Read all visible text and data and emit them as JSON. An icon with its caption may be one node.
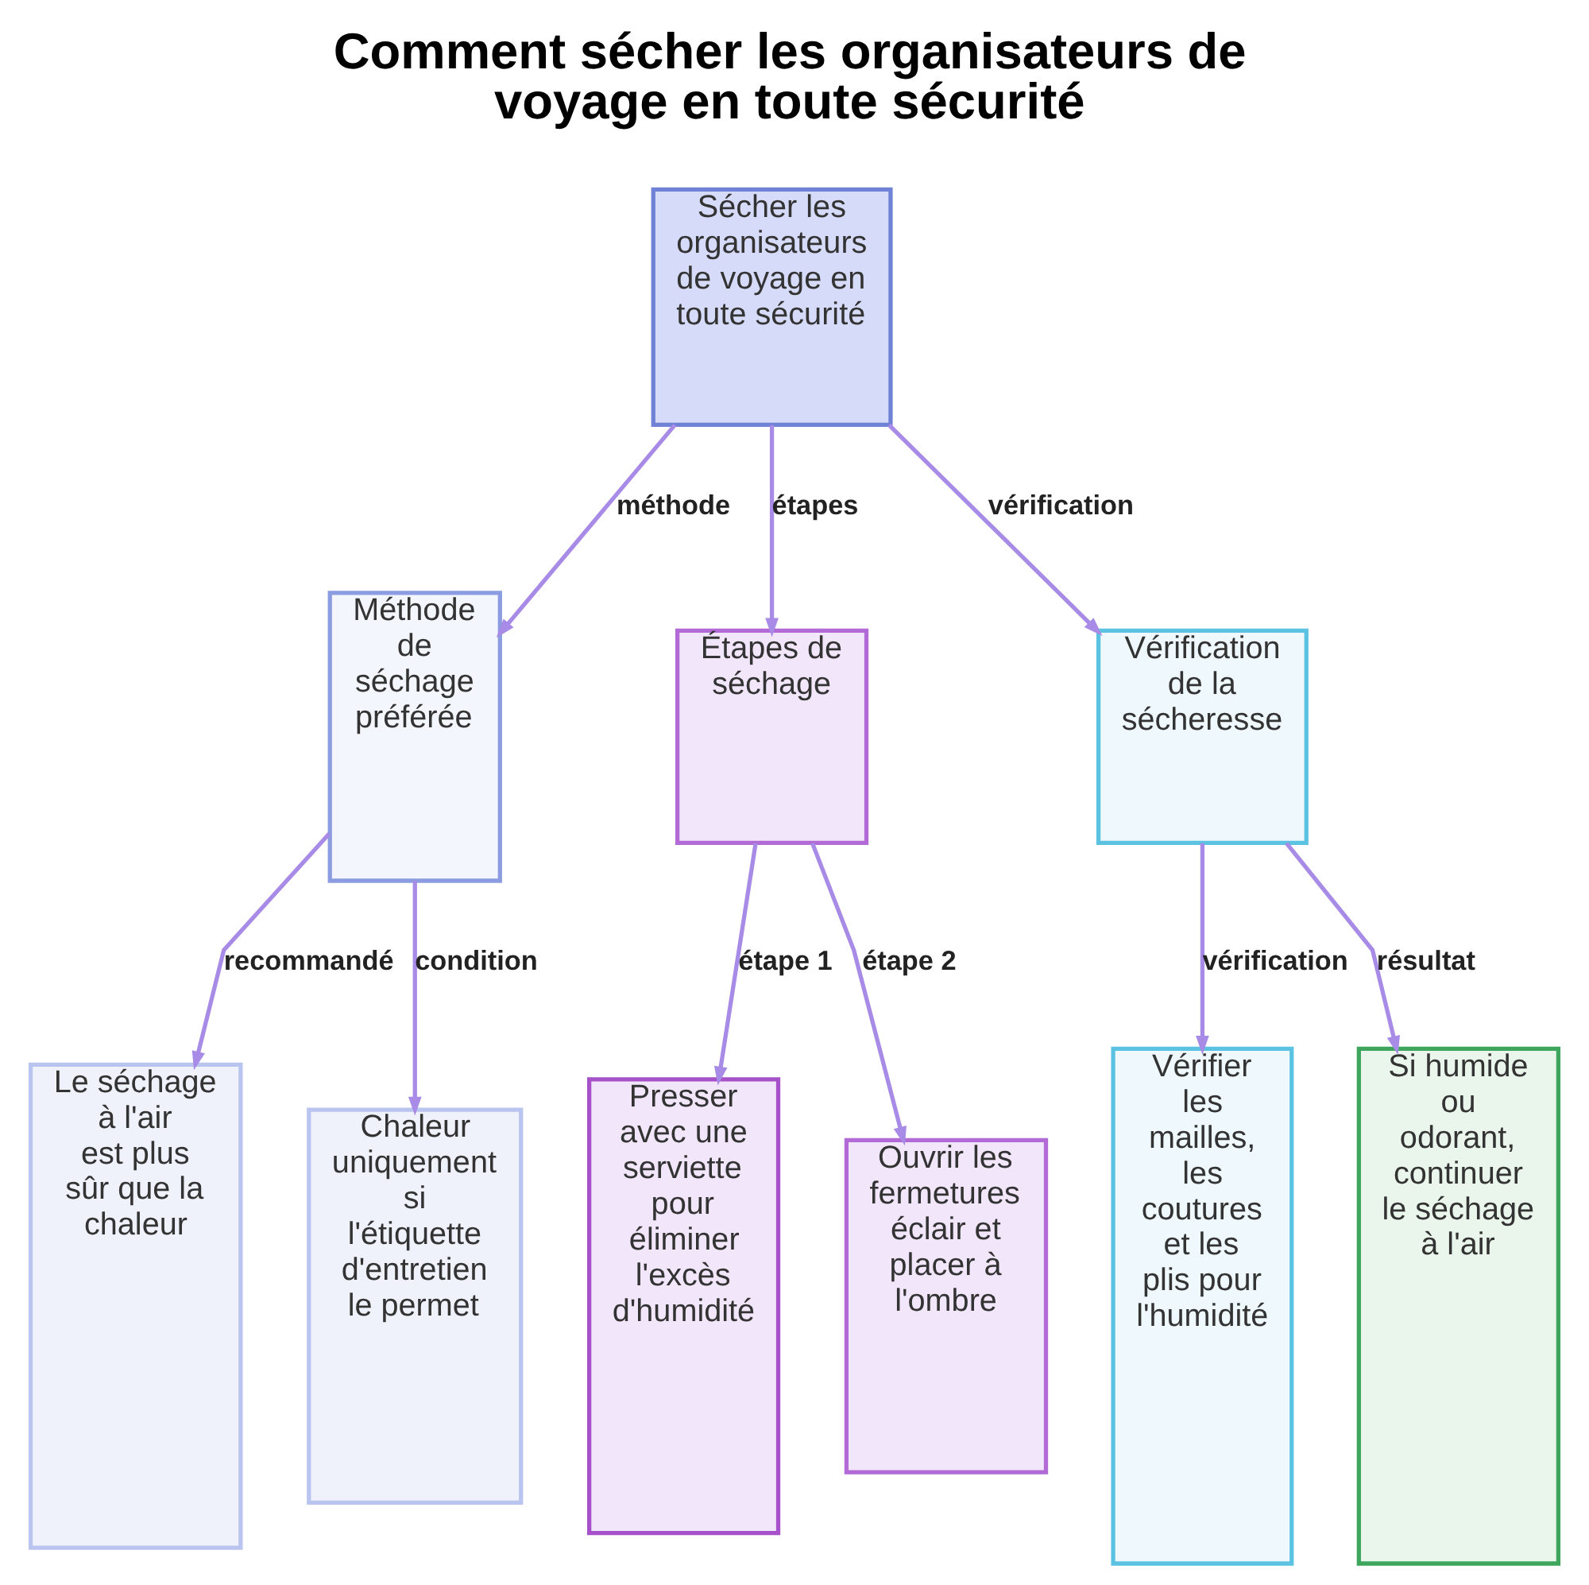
{
  "diagram": {
    "title": "Comment sécher les organisateurs de voyage en toute sécurité",
    "nodes": [
      {
        "text": [
          "Sécher les organisateurs de voyage en toute sécurité"
        ]
      },
      {
        "text": [
          "Méthode de séchage préférée"
        ]
      },
      {
        "text": [
          "Étapes de séchage"
        ]
      },
      {
        "text": [
          "Vérification de la sécheresse"
        ]
      },
      {
        "text": [
          "Le séchage à l'air est plus sûr que la chaleur"
        ]
      },
      {
        "text": [
          "Chaleur uniquement si l'étiquette d'entretien le permet"
        ]
      },
      {
        "text": [
          "Presser avec une serviette pour éliminer l'excès d'humidité"
        ]
      },
      {
        "text": [
          "Ouvrir les fermetures éclair et placer à l'ombre"
        ]
      },
      {
        "text": [
          "Vérifier les mailles, les coutures et les plis pour l'humidité"
        ]
      },
      {
        "text": [
          "Si humide ou odorant, continuer le séchage à l'air"
        ]
      }
    ],
    "edges": [
      {
        "from": 0,
        "to": 1,
        "arrow": "to",
        "label": "méthode"
      },
      {
        "from": 0,
        "to": 2,
        "arrow": "to",
        "label": "étapes"
      },
      {
        "from": 0,
        "to": 3,
        "arrow": "to",
        "label": "vérification"
      },
      {
        "from": 1,
        "to": 4,
        "arrow": "to",
        "label": "recommandé"
      },
      {
        "from": 1,
        "to": 5,
        "arrow": "to",
        "label": "condition"
      },
      {
        "from": 2,
        "to": 6,
        "arrow": "to",
        "label": "étape 1"
      },
      {
        "from": 2,
        "to": 7,
        "arrow": "to",
        "label": "étape 2"
      },
      {
        "from": 3,
        "to": 8,
        "arrow": "to",
        "label": "vérification"
      },
      {
        "from": 3,
        "to": 9,
        "arrow": "to",
        "label": "résultat"
      }
    ]
  }
}
